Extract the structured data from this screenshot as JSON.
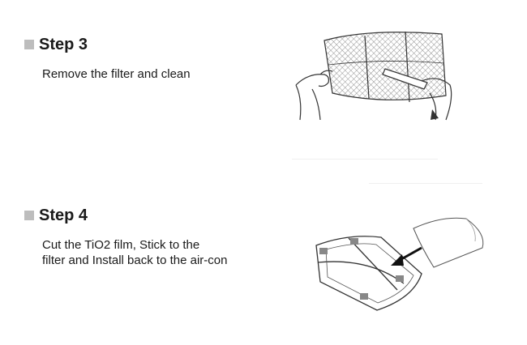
{
  "steps": [
    {
      "heading": "Step 3",
      "text_lines": [
        "Remove the filter and clean"
      ]
    },
    {
      "heading": "Step 4",
      "text_lines": [
        "Cut the TiO2 film, Stick to the",
        "filter and Install back to the air-con"
      ]
    }
  ],
  "colors": {
    "bullet": "#bdbdbd",
    "text": "#1a1a1a",
    "line_art": "#333333"
  },
  "icons": [
    "square-bullet-icon",
    "filter-cleaning-illustration",
    "filter-film-install-illustration"
  ]
}
